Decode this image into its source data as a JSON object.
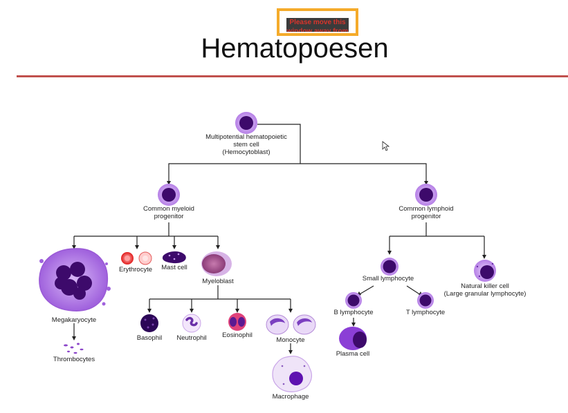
{
  "overlay": {
    "text": "Please move this window away from"
  },
  "title": "Hematopoesen",
  "diagram": {
    "stem": [
      "Multipotential hematopoietic",
      "stem cell",
      "(Hemocytoblast)"
    ],
    "myeloid": [
      "Common myeloid",
      "progenitor"
    ],
    "lymphoid": [
      "Common lymphoid",
      "progenitor"
    ],
    "megakaryocyte": "Megakaryocyte",
    "thrombocytes": "Thrombocytes",
    "erythrocyte": "Erythrocyte",
    "mast_cell": "Mast cell",
    "myeloblast": "Myeloblast",
    "basophil": "Basophil",
    "neutrophil": "Neutrophil",
    "eosinophil": "Eosinophil",
    "monocyte": "Monocyte",
    "macrophage": "Macrophage",
    "small_lymphocyte": "Small lymphocyte",
    "nk_cell": [
      "Natural killer cell",
      "(Large granular lymphocyte)"
    ],
    "b_lymphocyte": "B lymphocyte",
    "t_lymphocyte": "T lymphocyte",
    "plasma_cell": "Plasma cell"
  },
  "colors": {
    "accent_rule": "#c0504d",
    "overlay_border": "#f5ab2b",
    "cell_dark": "#3d0a6b",
    "cell_light": "#c89cf0"
  }
}
